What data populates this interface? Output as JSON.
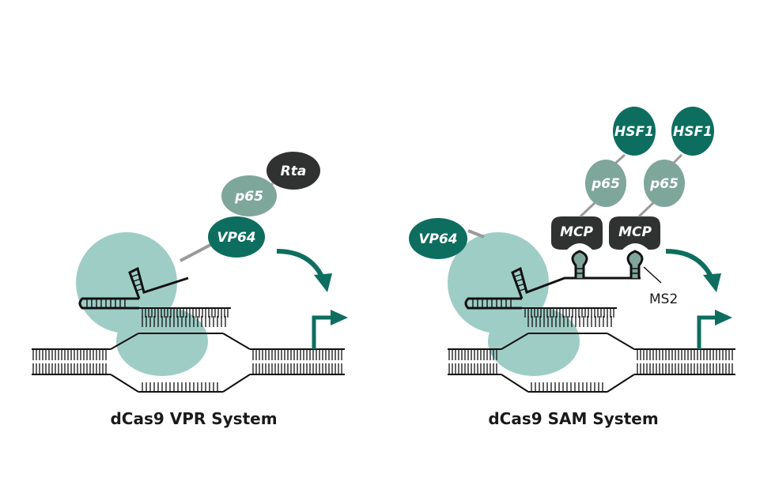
{
  "colors": {
    "dcas9": "#9ecdc6",
    "teal": "#0d6e5f",
    "light_green": "#7fa69a",
    "dark": "#2f3230",
    "linker": "#9a9a9a",
    "line": "#111111"
  },
  "vpr": {
    "caption": "dCas9 VPR System",
    "vp64": "VP64",
    "p65": "p65",
    "rta": "Rta"
  },
  "sam": {
    "caption": "dCas9 SAM System",
    "vp64": "VP64",
    "mcp_left": "MCP",
    "mcp_right": "MCP",
    "p65_left": "p65",
    "p65_right": "p65",
    "hsf1_left": "HSF1",
    "hsf1_right": "HSF1",
    "ms2": "MS2"
  }
}
